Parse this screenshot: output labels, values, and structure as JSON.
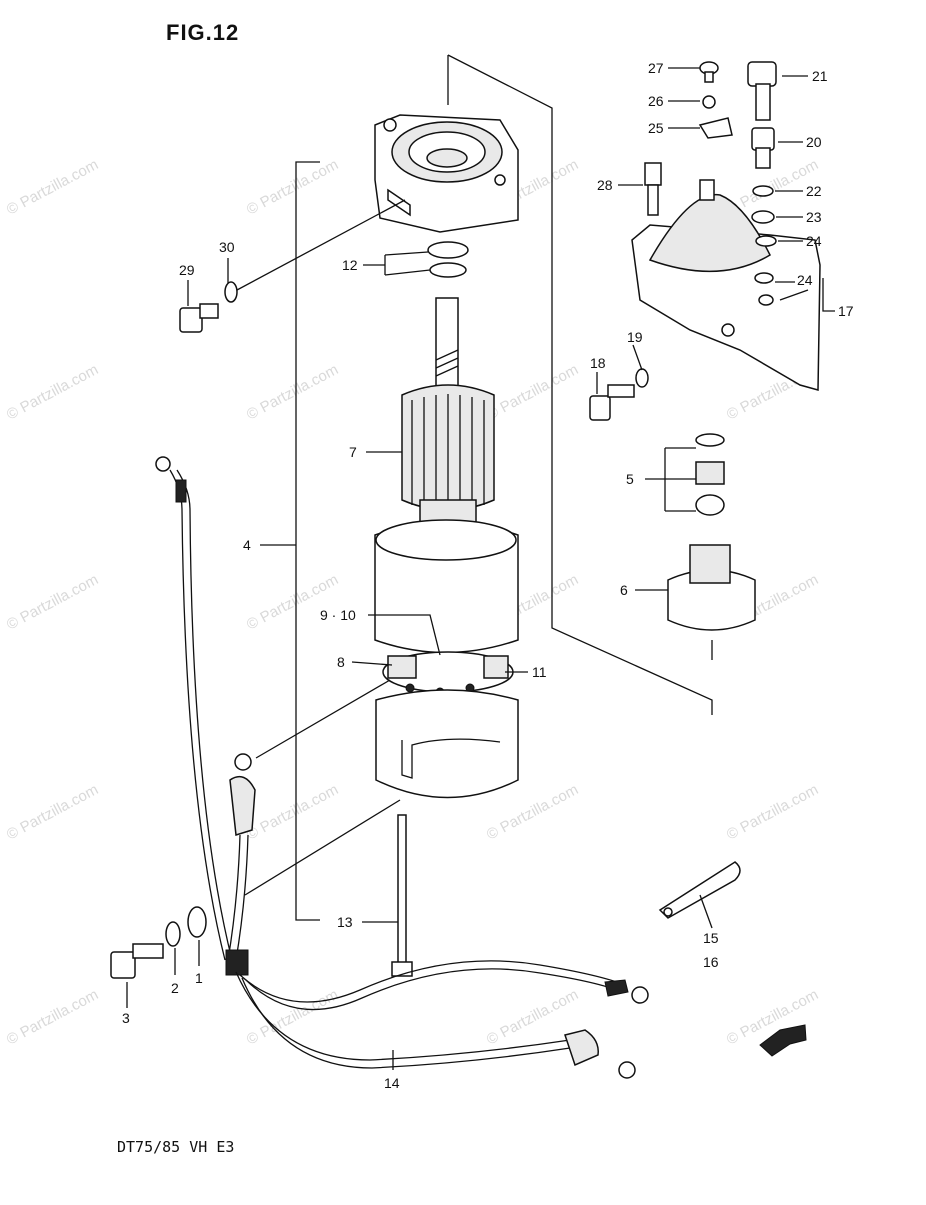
{
  "figure": {
    "title": "FIG.12",
    "model": "DT75/85  VH  E3",
    "watermark": "© Partzilla.com"
  },
  "callouts": [
    {
      "id": "c27",
      "label": "27"
    },
    {
      "id": "c26",
      "label": "26"
    },
    {
      "id": "c25",
      "label": "25"
    },
    {
      "id": "c28",
      "label": "28"
    },
    {
      "id": "c21",
      "label": "21"
    },
    {
      "id": "c20",
      "label": "20"
    },
    {
      "id": "c22",
      "label": "22"
    },
    {
      "id": "c23",
      "label": "23"
    },
    {
      "id": "c24a",
      "label": "24"
    },
    {
      "id": "c24b",
      "label": "24"
    },
    {
      "id": "c17",
      "label": "17"
    },
    {
      "id": "c19",
      "label": "19"
    },
    {
      "id": "c18",
      "label": "18"
    },
    {
      "id": "c5",
      "label": "5"
    },
    {
      "id": "c6",
      "label": "6"
    },
    {
      "id": "c12",
      "label": "12"
    },
    {
      "id": "c30",
      "label": "30"
    },
    {
      "id": "c29",
      "label": "29"
    },
    {
      "id": "c7",
      "label": "7"
    },
    {
      "id": "c4",
      "label": "4"
    },
    {
      "id": "c9_10",
      "label": "9 · 10"
    },
    {
      "id": "c8",
      "label": "8"
    },
    {
      "id": "c11",
      "label": "11"
    },
    {
      "id": "c13",
      "label": "13"
    },
    {
      "id": "c1",
      "label": "1"
    },
    {
      "id": "c2",
      "label": "2"
    },
    {
      "id": "c3",
      "label": "3"
    },
    {
      "id": "c14",
      "label": "14"
    },
    {
      "id": "c15",
      "label": "15"
    },
    {
      "id": "c16",
      "label": "16"
    }
  ]
}
